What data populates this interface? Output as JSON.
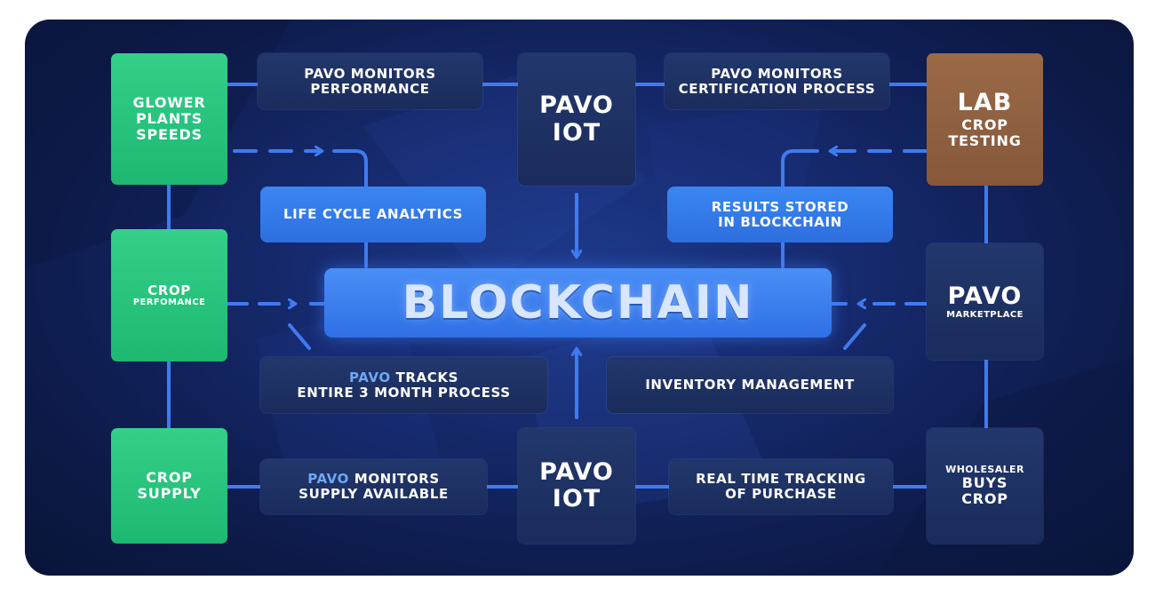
{
  "colors": {
    "background": "#12245e",
    "connector": "#3f7bf0",
    "green": "#22c07a",
    "navy": "#1e3264",
    "blue": "#3378ea",
    "brown": "#8f603f",
    "highlight": "#6ea8f5"
  },
  "nodes": {
    "glower": {
      "lines": [
        "GLOWER",
        "PLANTS",
        "SPEEDS"
      ]
    },
    "crop_perf": {
      "title": "CROP",
      "subtitle": "PERFOMANCE"
    },
    "crop_supply": {
      "lines": [
        "CROP",
        "SUPPLY"
      ]
    },
    "monitors_perf": {
      "lines": [
        "PAVO MONITORS",
        "PERFORMANCE"
      ]
    },
    "iot_top": {
      "lines": [
        "PAVO",
        "IOT"
      ]
    },
    "monitors_cert": {
      "lines": [
        "PAVO MONITORS",
        "CERTIFICATION PROCESS"
      ]
    },
    "lab": {
      "title": "LAB",
      "lines": [
        "CROP",
        "TESTING"
      ]
    },
    "life_cycle": {
      "label": "LIFE CYCLE ANALYTICS"
    },
    "results": {
      "lines": [
        "RESULTS STORED",
        "IN BLOCKCHAIN"
      ]
    },
    "blockchain": {
      "label": "BLOCKCHAIN"
    },
    "marketplace": {
      "title": "PAVO",
      "subtitle": "MARKETPLACE"
    },
    "tracks": {
      "brand": "PAVO",
      "rest": " TRACKS",
      "line2": "ENTIRE 3 MONTH PROCESS"
    },
    "inventory": {
      "label": "INVENTORY MANAGEMENT"
    },
    "monitors_supply": {
      "brand": "PAVO",
      "rest": " MONITORS",
      "line2": "SUPPLY AVAILABLE"
    },
    "iot_bottom": {
      "lines": [
        "PAVO",
        "IOT"
      ]
    },
    "realtime": {
      "lines": [
        "REAL TIME TRACKING",
        "OF PURCHASE"
      ]
    },
    "wholesaler": {
      "top": "WHOLESALER",
      "lines": [
        "BUYS",
        "CROP"
      ]
    }
  }
}
